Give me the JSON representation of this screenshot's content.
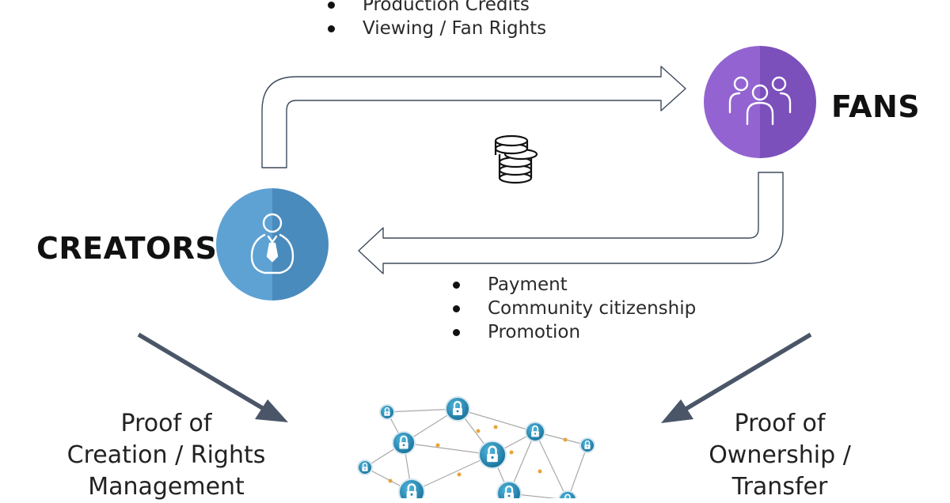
{
  "top_bullets": [
    "Production Credits",
    "Viewing / Fan Rights"
  ],
  "bottom_bullets": [
    "Payment",
    "Community citizenship",
    "Promotion"
  ],
  "creators": {
    "label": "CREATORS",
    "icon": "creator-person-icon",
    "color": "#5b9fd1"
  },
  "fans": {
    "label": "FANS",
    "icon": "group-people-icon",
    "color": "#8a5cc8"
  },
  "center_icon": "coins-stack-icon",
  "proof_left": [
    "Proof of",
    "Creation / Rights",
    "Management"
  ],
  "proof_right": [
    "Proof of",
    "Ownership /",
    "Transfer"
  ],
  "network": {
    "icon": "blockchain-network-icon",
    "node_icon": "lock-icon",
    "color": "#1f8bb5"
  },
  "arrow_color": "#4a5668"
}
